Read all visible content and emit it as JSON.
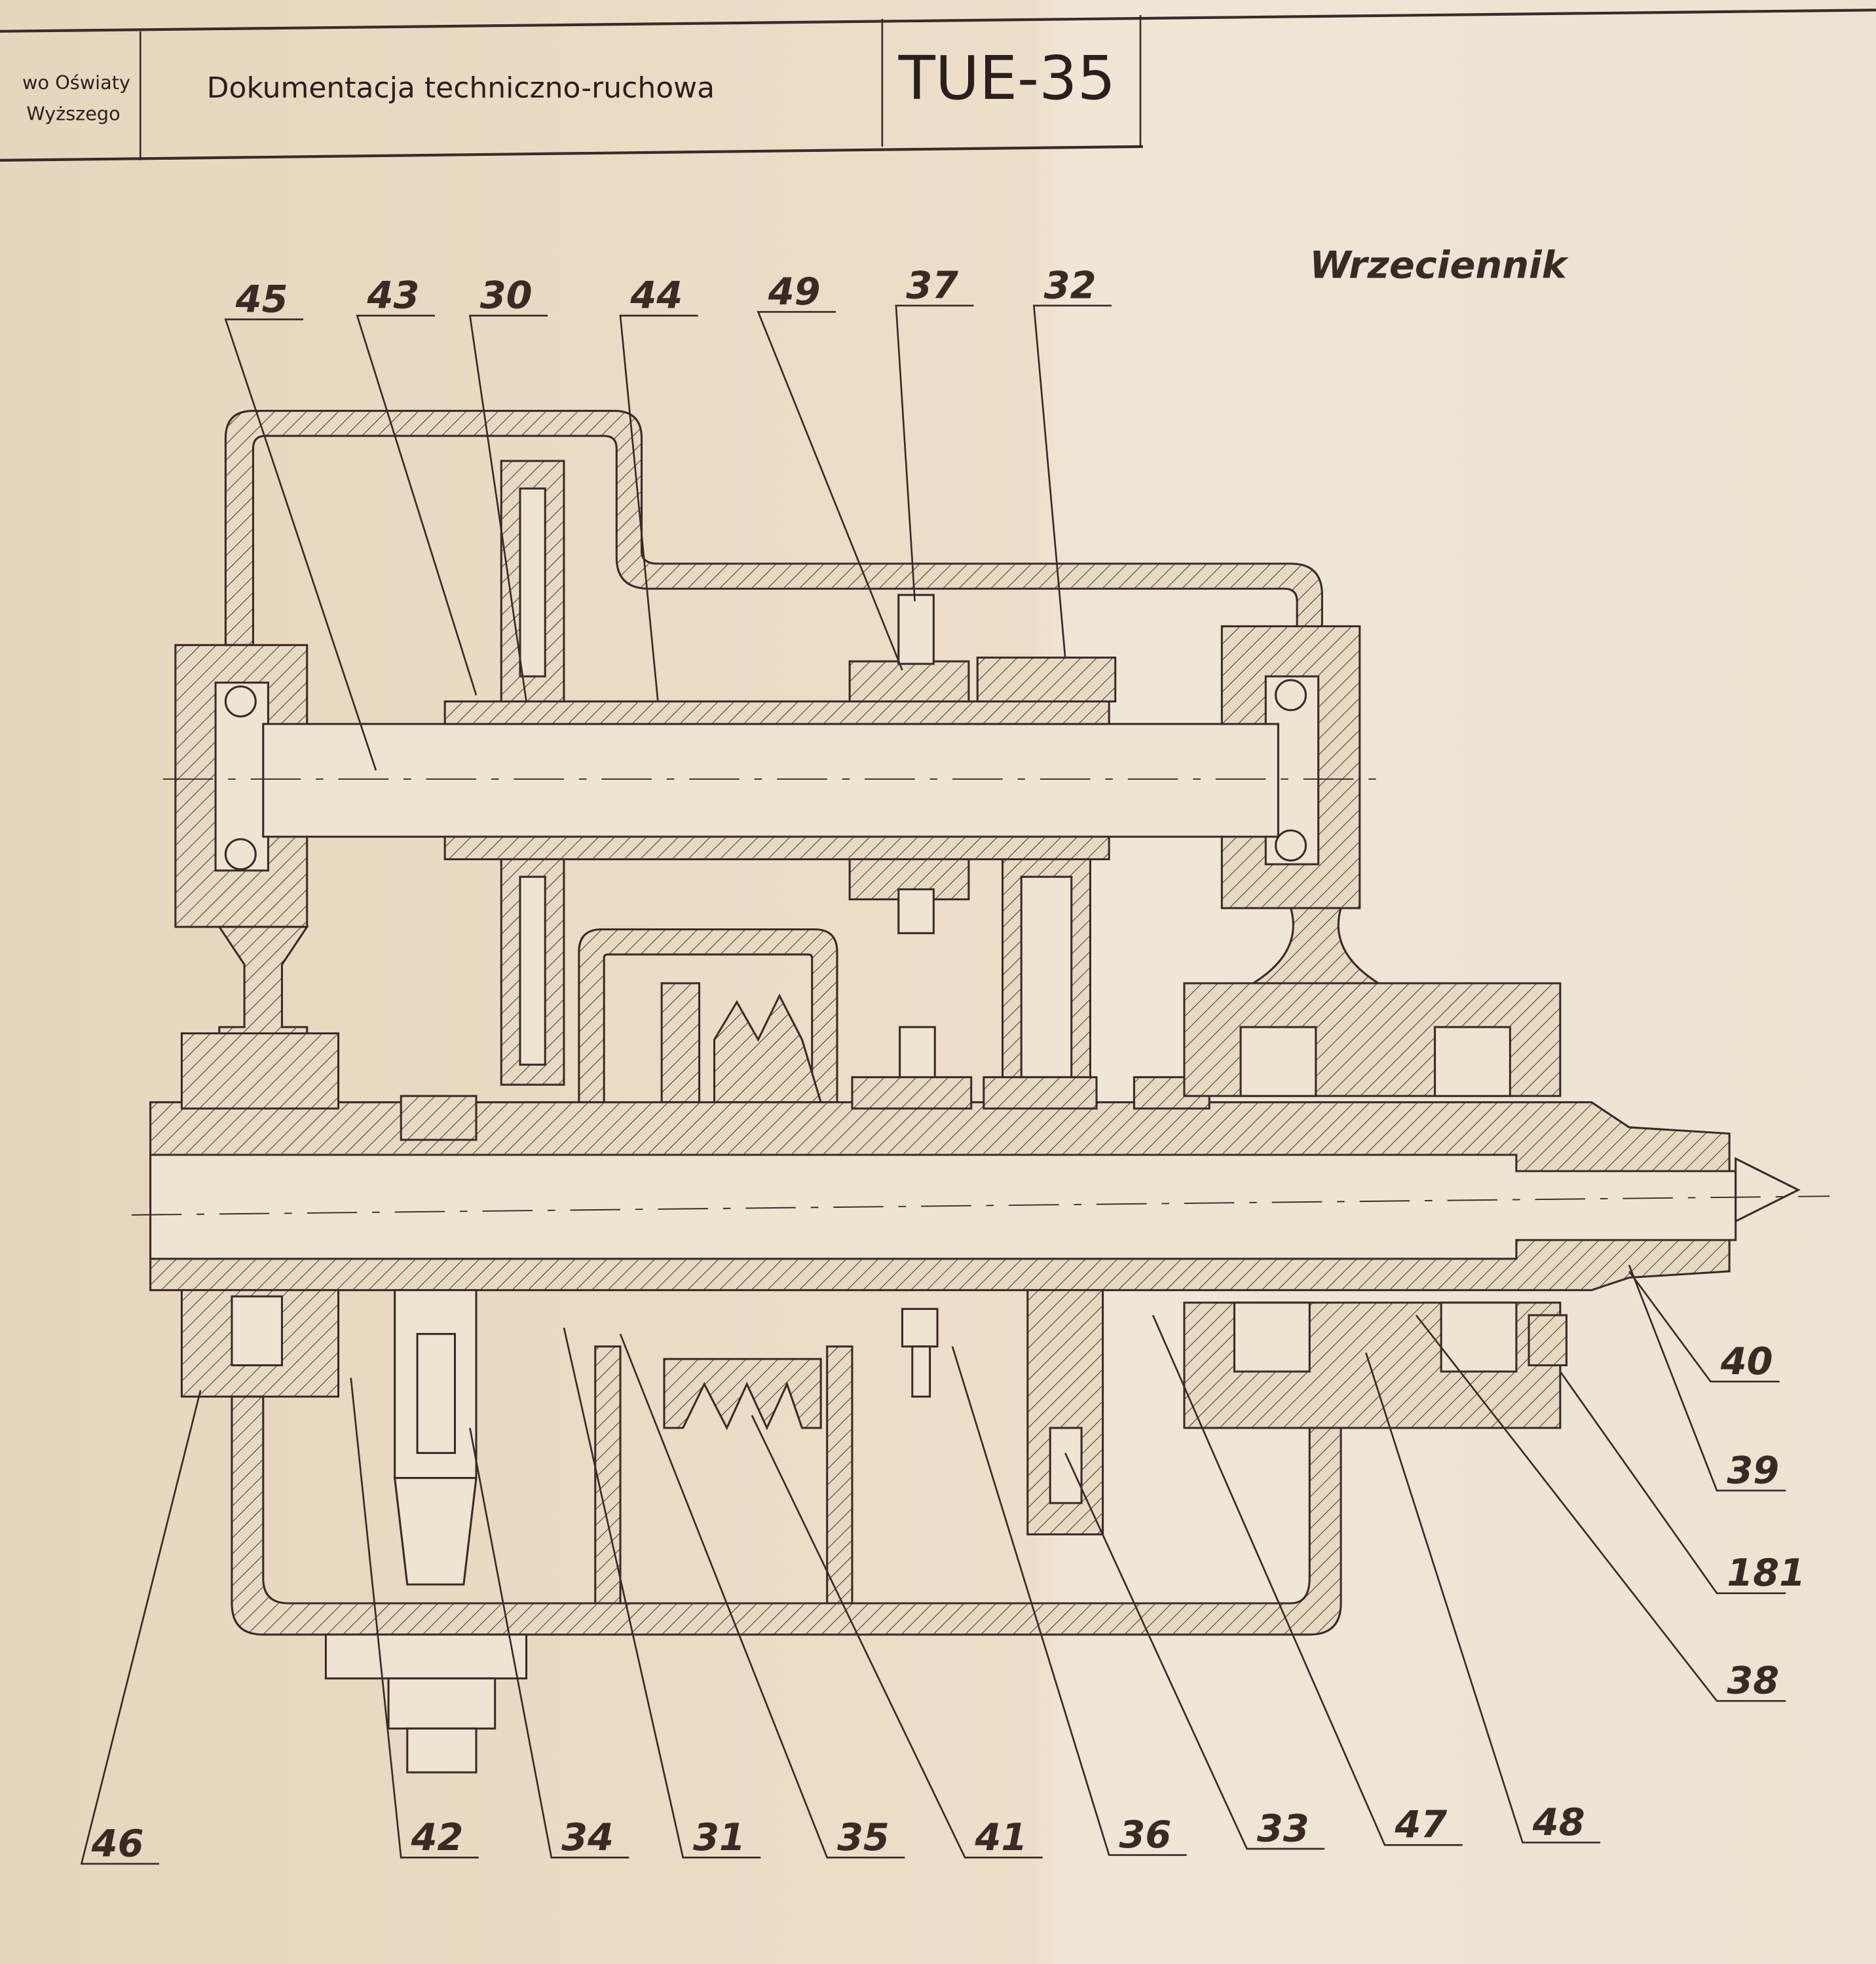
{
  "title_block": {
    "ministry_line1": "wo Oświaty",
    "ministry_line2": "Wyższego",
    "doc_type": "Dokumentacja techniczno-ruchowa",
    "model": "TUE-35"
  },
  "drawing": {
    "title": "Wrzeciennik",
    "top_labels": [
      "45",
      "43",
      "30",
      "44",
      "49",
      "37",
      "32"
    ],
    "right_labels": [
      "40",
      "39",
      "181",
      "38"
    ],
    "bottom_labels": [
      "46",
      "42",
      "34",
      "31",
      "35",
      "41",
      "36",
      "33",
      "47",
      "48"
    ]
  }
}
